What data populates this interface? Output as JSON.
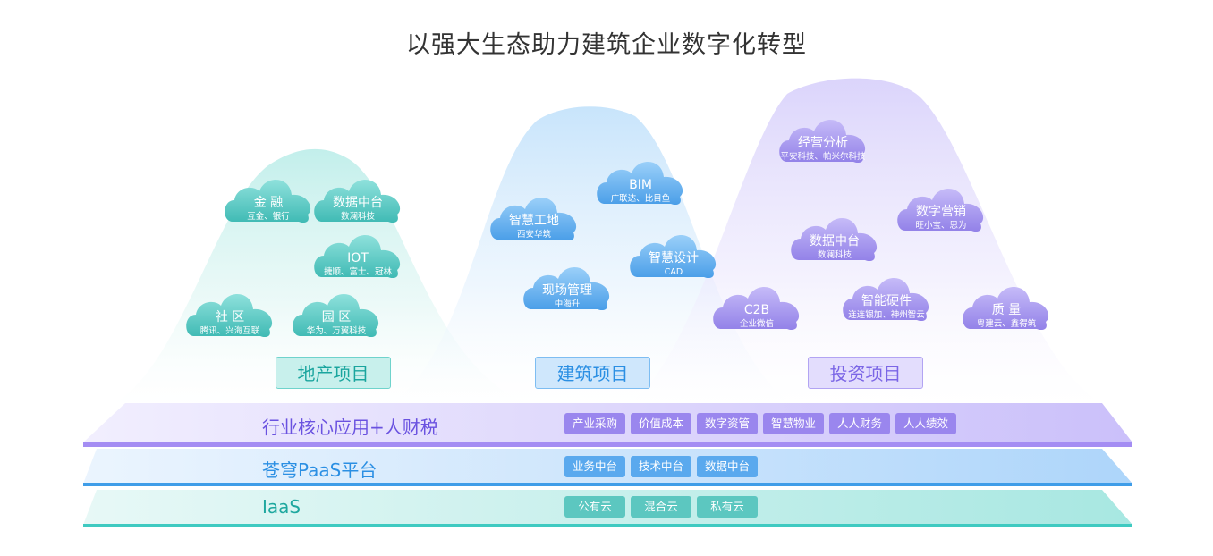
{
  "title": "以强大生态助力建筑企业数字化转型",
  "colors": {
    "teal": "#5fcfc9",
    "blue": "#62b0ef",
    "purple": "#a697ef"
  },
  "projects": {
    "realestate": "地产项目",
    "construction": "建筑项目",
    "investment": "投资项目"
  },
  "clouds": {
    "jinrong": {
      "title": "金 融",
      "sub": "互金、银行"
    },
    "shuju1": {
      "title": "数据中台",
      "sub": "数澜科技"
    },
    "iot": {
      "title": "IOT",
      "sub": "捷顺、富士、冠林"
    },
    "shequ": {
      "title": "社 区",
      "sub": "腾讯、兴海互联"
    },
    "yuanqu": {
      "title": "园 区",
      "sub": "华为、万翼科技"
    },
    "zhgd": {
      "title": "智慧工地",
      "sub": "西安华筑"
    },
    "bim": {
      "title": "BIM",
      "sub": "广联达、比目鱼"
    },
    "zhsj": {
      "title": "智慧设计",
      "sub": "CAD"
    },
    "xcgl": {
      "title": "现场管理",
      "sub": "中海升"
    },
    "jyfx": {
      "title": "经营分析",
      "sub": "平安科技、帕米尔科技"
    },
    "szyx": {
      "title": "数字营销",
      "sub": "旺小宝、思为"
    },
    "shuju2": {
      "title": "数据中台",
      "sub": "数澜科技"
    },
    "c2b": {
      "title": "C2B",
      "sub": "企业微信"
    },
    "znyj": {
      "title": "智能硬件",
      "sub": "连连银加、神州智云"
    },
    "zl": {
      "title": "质 量",
      "sub": "粤建云、鑫得筑"
    }
  },
  "layers": {
    "industry": {
      "label": "行业核心应用+人财税",
      "tags": [
        "产业采购",
        "价值成本",
        "数字资管",
        "智慧物业",
        "人人财务",
        "人人绩效"
      ]
    },
    "paas": {
      "label": "苍穹PaaS平台",
      "tags": [
        "业务中台",
        "技术中台",
        "数据中台"
      ]
    },
    "iaas": {
      "label": "IaaS",
      "tags": [
        "公有云",
        "混合云",
        "私有云"
      ]
    }
  }
}
